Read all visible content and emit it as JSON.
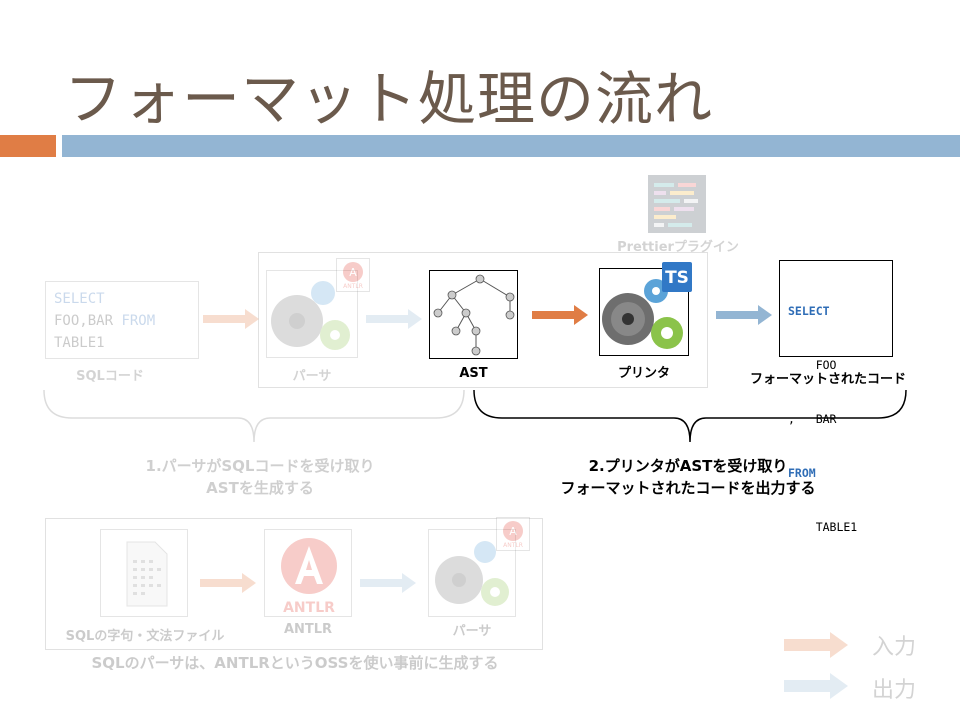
{
  "title": "フォーマット処理の流れ",
  "sql_code": {
    "lines": [
      {
        "kw": "SELECT",
        "text": ""
      },
      {
        "kw": "",
        "text": "FOO,BAR ",
        "kw2": "FROM"
      },
      {
        "kw": "",
        "text": "TABLE1"
      }
    ],
    "label": "SQLコード"
  },
  "parser": {
    "label": "パーサ",
    "antlr_badge": "ANTLR"
  },
  "ast": {
    "label": "AST"
  },
  "printer": {
    "label": "プリンタ",
    "ts_badge": "TS"
  },
  "plugin": {
    "label": "Prettierプラグイン"
  },
  "formatted": {
    "label": "フォーマットされたコード",
    "lines": [
      {
        "kw": "SELECT",
        "text": ""
      },
      {
        "kw": "",
        "text": "    FOO"
      },
      {
        "kw": "",
        "text": ",   BAR"
      },
      {
        "kw": "FROM",
        "text": ""
      },
      {
        "kw": "",
        "text": "    TABLE1"
      }
    ]
  },
  "captions": {
    "step1_line1": "1.パーサがSQLコードを受け取り",
    "step1_line2": "ASTを生成する",
    "step2_line1": "2.プリンタがASTを受け取り",
    "step2_line2": "フォーマットされたコードを出力する"
  },
  "bottom": {
    "grammar_label": "SQLの字句・文法ファイル",
    "antlr_label": "ANTLR",
    "antlr_logo_text": "ANTLR",
    "parser_label": "パーサ",
    "caption": "SQLのパーサは、ANTLRというOSSを使い事前に生成する"
  },
  "legend": {
    "input": "入力",
    "output": "出力"
  },
  "colors": {
    "accent_orange": "#e07d45",
    "accent_blue": "#93b5d3",
    "keyword_blue": "#2f6db6",
    "title_brown": "#6b5a4c",
    "antlr_red": "#e0392b",
    "ts_blue": "#3178c6"
  }
}
